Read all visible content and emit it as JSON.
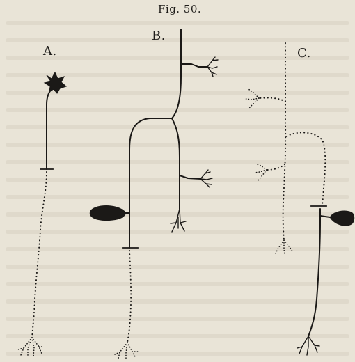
{
  "figure": {
    "title": "Fig. 50.",
    "panels": [
      {
        "label": "A."
      },
      {
        "label": "B."
      },
      {
        "label": "C."
      }
    ]
  }
}
